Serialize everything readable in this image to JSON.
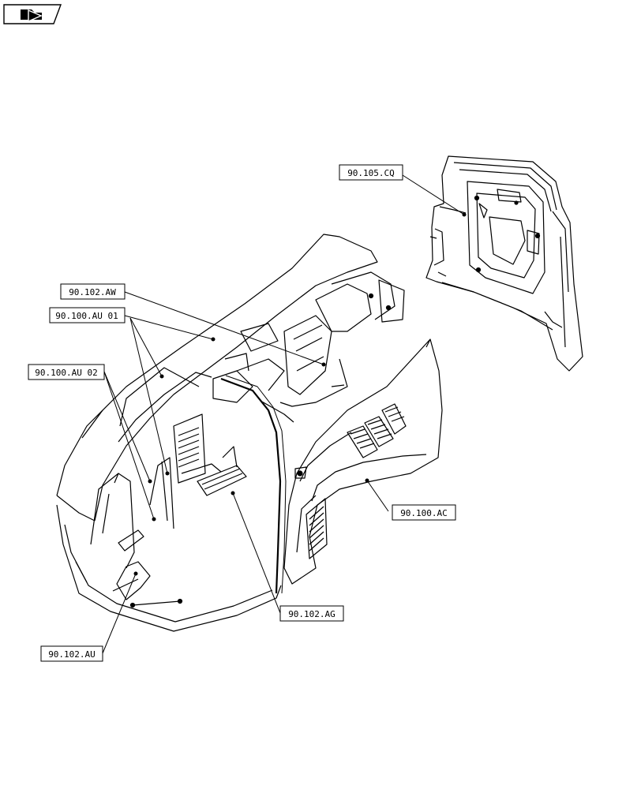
{
  "logo": {
    "icon": "book-arrow-icon"
  },
  "callouts": {
    "c1": "90.105.CQ",
    "c2": "90.102.AW",
    "c3": "90.100.AU 01",
    "c4": "90.100.AU 02",
    "c5": "90.100.AC",
    "c6": "90.102.AG",
    "c7": "90.102.AU"
  },
  "colors": {
    "line": "#000000",
    "background": "#ffffff"
  }
}
